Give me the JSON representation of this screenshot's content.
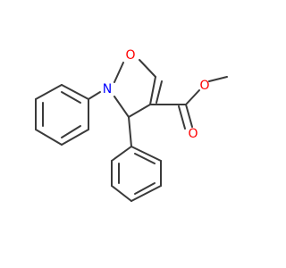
{
  "atoms": {
    "oxygen_ring": {
      "symbol": "O",
      "color": "#ff0000"
    },
    "nitrogen": {
      "symbol": "N",
      "color": "#0000ff"
    },
    "oxygen_carbonyl": {
      "symbol": "O",
      "color": "#ff0000"
    },
    "oxygen_ester": {
      "symbol": "O",
      "color": "#ff0000"
    }
  },
  "bond_color": "#3a3a3a"
}
